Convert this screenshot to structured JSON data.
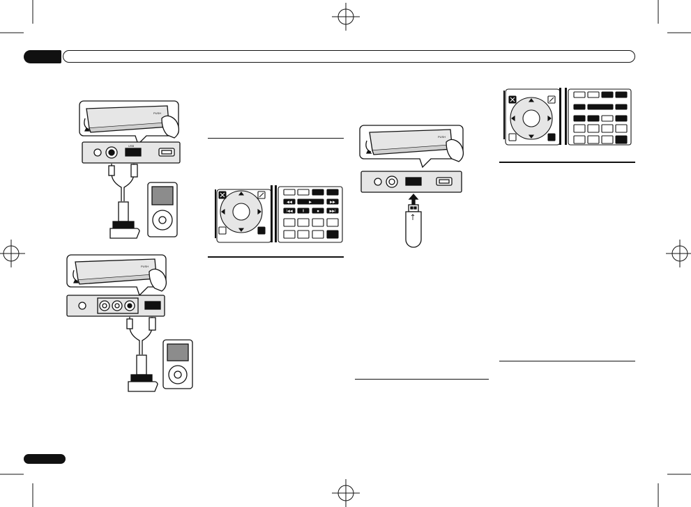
{
  "page": {
    "header_tab_text": "",
    "footer_tab_text": "",
    "usb_port_label": "USB",
    "remote_pause_glyph": "II",
    "remote_play_glyph": "▶",
    "remote_stop_glyph": "■",
    "remote_rew_glyph": "◀◀",
    "remote_ff_glyph": "▶▶",
    "remote_prev_glyph": "I◀◀",
    "remote_next_glyph": "▶▶I"
  },
  "colors": {
    "ink": "#111111",
    "panel_gray": "#e6e6e6",
    "screen_gray": "#8c8c8c",
    "paper": "#ffffff"
  },
  "icons": [
    "crop-mark-icon",
    "registration-target-icon",
    "ipod-icon",
    "usb-drive-icon",
    "cursor-pad-icon",
    "remote-control-icon",
    "hand-icon",
    "cable-icon",
    "arrow-up-icon"
  ]
}
